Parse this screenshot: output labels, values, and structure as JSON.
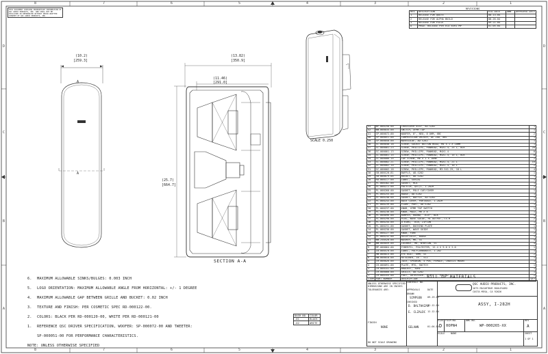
{
  "border": {
    "top_zones": [
      "8",
      "7",
      "6",
      "5",
      "4",
      "3",
      "2",
      "1"
    ],
    "side_zones": [
      "D",
      "C",
      "B",
      "A"
    ]
  },
  "stamp": [
    "THIS DOCUMENT CONTAINS PROPRIETARY INFORMATION OF",
    "QSC AUDIO PRODUCTS, INC. AND SHALL NOT BE",
    "DISCLOSED OR REPRODUCED WITHOUT PRIOR WRITTEN",
    "CONSENT OF QSC AUDIO PRODUCTS, INC."
  ],
  "dims": {
    "front_width": "(10.2)",
    "front_width_mm": "[259.3]",
    "side_outer": "(13.82)",
    "side_outer_mm": "[350.9]",
    "side_inner": "(11.46)",
    "side_inner_mm": "[291.0]",
    "height": "(25.7)",
    "height_mm": "[664.7]",
    "label_a1": "A",
    "label_a2": "A"
  },
  "scale": "SCALE 0.250",
  "section_label": "SECTION A-A",
  "notes": [
    {
      "num": "6.",
      "text": "MAXIMUM ALLOWABLE SINKS/BULGES:  0.003 INCH"
    },
    {
      "num": "5.",
      "text": "LOGO ORIENTATION:  MAXIMUM ALLOWABLE ANGLE FROM HORIZONTAL:  +/- 1 DEGREE"
    },
    {
      "num": "4.",
      "text": "MAXIMUM ALLOWABLE GAP BETWEEN GRILLE AND BUCKET:  0.02 INCH"
    },
    {
      "num": "3.",
      "text": "TEXTURE AND FINISH:  PER COSMETIC SPEC RD-000122-00."
    },
    {
      "num": "2.",
      "text": "COLORS:  BLACK PER RD-000120-00, WHITE PER RD-000121-00"
    },
    {
      "num": "1.",
      "text": "REFERENCE QSC DRIVER SPECIFICATION, WOOFER:  SP-000072-00 AND TWEETER:"
    },
    {
      "num": "",
      "text": "SP-000051-00 FOR PERFORMANCE CHARACTERISTICS."
    }
  ],
  "notes_footer": "NOTE: UNLESS OTHERWISE SPECIFIED",
  "dash_table": {
    "headers": [
      "DASH NO",
      "COLOR"
    ],
    "rows": [
      [
        "-01",
        "BLACK"
      ],
      [
        "-02",
        "WHITE"
      ]
    ]
  },
  "revisions": {
    "title": "REVISIONS",
    "headers": [
      "REV",
      "DESCRIPTION",
      "ECO DATE",
      "DWN",
      "APPROVED DATE"
    ],
    "rows": [
      [
        "1",
        "RELEASE FOR QUOTE",
        "08-13-04",
        "",
        ""
      ],
      [
        "2",
        "RELEASE FOR ALPHA BUILD",
        "08-26-04",
        "",
        ""
      ],
      [
        "3",
        "RELEASE FOR PILOT",
        "09-21-04",
        "",
        ""
      ],
      [
        "A",
        "PROD. RELEASE PER ECO 6391 MP",
        "01-05-04",
        "",
        ""
      ]
    ]
  },
  "bom": {
    "title": "BILL OF MATERIALS",
    "headers": [
      "ITEM",
      "PART NUMBER",
      "DESCRIPTION",
      "QTY"
    ],
    "rows": [
      [
        "43",
        "WP-000258-00",
        "CROSSOVER ASSY, AD-S282",
        "1"
      ],
      [
        "42",
        "WW-000035-00",
        "SWITCH, XFMR TAP",
        "1"
      ],
      [
        "41",
        "SP-000072-00",
        "WOOFER, 8\", NEO, 8 OHM, 6BC",
        "2"
      ],
      [
        "40",
        "SP-000051-00",
        "COMPRESSION DRIVER, DE 280, 8BC",
        "1"
      ],
      [
        "39",
        "SP-000050-00",
        "WAVEGUIDE, AD-S282",
        "1"
      ],
      [
        "38",
        "SC-000048-18",
        "SCREW, SOCKET BUTTON HEAD, M4 X 1 X 10MM",
        "1"
      ],
      [
        "37",
        "SC-000001-23",
        "SCREW, PHILLIPS, PANHEAD, M4X1.4, 25 L, BLK",
        "20"
      ],
      [
        "36",
        "SC-000001-13",
        "SCREW, PHILLIPS, PANHEAD, M4X1.4",
        "8"
      ],
      [
        "35",
        "SC-000001-15",
        "SCREW, PHILLIPS, PANHEAD, M4X1.4, 15 L, BLK",
        "8"
      ],
      [
        "34",
        "SC-000006-14",
        "CAP SCREW, M6 X 1 X 16MM",
        "2"
      ],
      [
        "33",
        "SC-000002-21",
        "SCREW, PHILLIPS, PANHEAD, M4X1.4, 21 L",
        "16"
      ],
      [
        "32",
        "SC-000002-10",
        "SCREW, PHILLIPS, PANHEAD, M4X1.4, 10 L",
        "2"
      ],
      [
        "31",
        "SC-000002-18",
        "SCREW, PHILLIPS, PANHEAD, M3.5X1.25, 18 L",
        "4"
      ],
      [
        "30",
        "SB-000120-81",
        "BAFFLE, AD-S282",
        "1"
      ],
      [
        "29",
        "SB-000079-04",
        "BUCKET, AD-S282",
        "1"
      ],
      [
        "28",
        "RD-000117-00",
        "LABEL, SERIAL",
        "1"
      ],
      [
        "27",
        "PL-000382-00",
        "GASKET, HLA",
        "1"
      ],
      [
        "26",
        "PL-000272-00",
        "POLYCUP, QSC/I, I-282H",
        "2"
      ],
      [
        "25",
        "PL-000260-00",
        "GASKET, POLE CAP/COVER",
        "1"
      ],
      [
        "24",
        "PL-000255-00",
        "BADGE, AD-S282",
        "1"
      ],
      [
        "23",
        "PL-000248-00",
        "GASKET, BAFFLE, AD-S282",
        "1"
      ],
      [
        "22",
        "PL-000243-00",
        "BACK COVER, PORTABLE, I-282H",
        "1"
      ],
      [
        "21",
        "PL-000239-00",
        "FLARE, PORT, AD-S282",
        "1"
      ],
      [
        "20",
        "PL-000237-00",
        "KNOB, XFMR TAP SWITCH",
        "1"
      ],
      [
        "19",
        "PL-000236-00",
        "KNOB, MALE, M6 X 8",
        "1"
      ],
      [
        "18",
        "PL-000096-00",
        "BUMPER, ROUND, .625\", BLK",
        "4"
      ],
      [
        "17",
        "PL-000298-00",
        "PLUG, WAVE GUIDE, HI OUTPUT, CS-H",
        "2"
      ],
      [
        "16",
        "PL-000244-00",
        "O-RING, .018, ZIFLON",
        "1"
      ],
      [
        "15",
        "PL-000231-00",
        "GASKET, DOCKING PLATE",
        "1"
      ],
      [
        "14",
        "PL-000230-00",
        "GASKET, WAVE GUIDE",
        "1"
      ],
      [
        "13",
        "PL-000227-00",
        "KNOB, FORE",
        "2"
      ],
      [
        "12",
        "PL-000232-00",
        "RECEPTACLE, BADGE",
        "1"
      ],
      [
        "11",
        "WW-258520-00",
        "WASHER, M6, SS",
        "4"
      ],
      [
        "10",
        "WW-000059-00",
        "LOCKNUT, M6, NYNYLON, SS",
        "4"
      ],
      [
        "9",
        "MP-000064-00",
        "FIBERFIL, POLYESTER, 12.4 X 9.0 X 2.0",
        "1"
      ],
      [
        "8",
        "LB-000470-00",
        "LABEL, POLYCARBONATE, I-282",
        "1"
      ],
      [
        "7",
        "HW-000015-00",
        "EYE BOLT, 6MM, SS",
        "2"
      ],
      [
        "6",
        "HW-000018-00",
        "RETAINER, 18 - 512",
        "1"
      ],
      [
        "5",
        "CH-000026-00",
        "JACK, SPEAKON, 4 POS, FEMALE, CHASSIS MOUNT",
        "1"
      ],
      [
        "4",
        "CH-000091-00",
        "PLATE, MTG, SWITCH",
        "1"
      ],
      [
        "3",
        "CH-000181-00",
        "BRACKET, YOKE",
        "1"
      ],
      [
        "2",
        "CH-000000-00",
        "GRILLE, AD-S282",
        "1"
      ],
      [
        "1",
        "CH-000355-00",
        "FOOT, OUTRIGGER, 1.5 X 1, PLS-02",
        "2"
      ]
    ]
  },
  "title_block": {
    "company": "QSC AUDIO PRODUCTS, INC.",
    "address1": "1675 MACARTHUR BOULEVARD",
    "address2": "COSTA MESA, CA  92626",
    "title": "ASSY, I-282H",
    "tolerances": "UNLESS OTHERWISE SPECIFIED DIMENSIONS ARE IN INCHES",
    "tolerance_hdr": "TOLERANCES ARE:",
    "contract": "CONTRACT NO.",
    "approvals": "APPROVALS",
    "date": "DATE",
    "drawn_label": "DRAWN",
    "drawn_by": "SIMPSON",
    "drawn_date": "09-19-03",
    "checked_label": "CHECKED",
    "checked_by": "D. BALTHAZAR",
    "checked_date": "12-12-04",
    "eng_by": "E. CLZALDC",
    "eng_date": "12-12-04",
    "mfg_by": "GELAWN",
    "mfg_date": "01-04-04",
    "size_label": "SIZE",
    "size": "D",
    "fscm_label": "FSCM NO.",
    "fscm": "0OPN4",
    "dwg_label": "DWG NO.",
    "dwg": "WP-000265-XX",
    "rev_label": "REV",
    "rev": "A",
    "scale_label": "SCALE",
    "scale": "NONE",
    "sheet_label": "SHEET",
    "sheet": "1 OF 1",
    "finish_label": "FINISH",
    "finish": "NONE",
    "do_not_scale": "DO NOT SCALE DRAWING"
  }
}
